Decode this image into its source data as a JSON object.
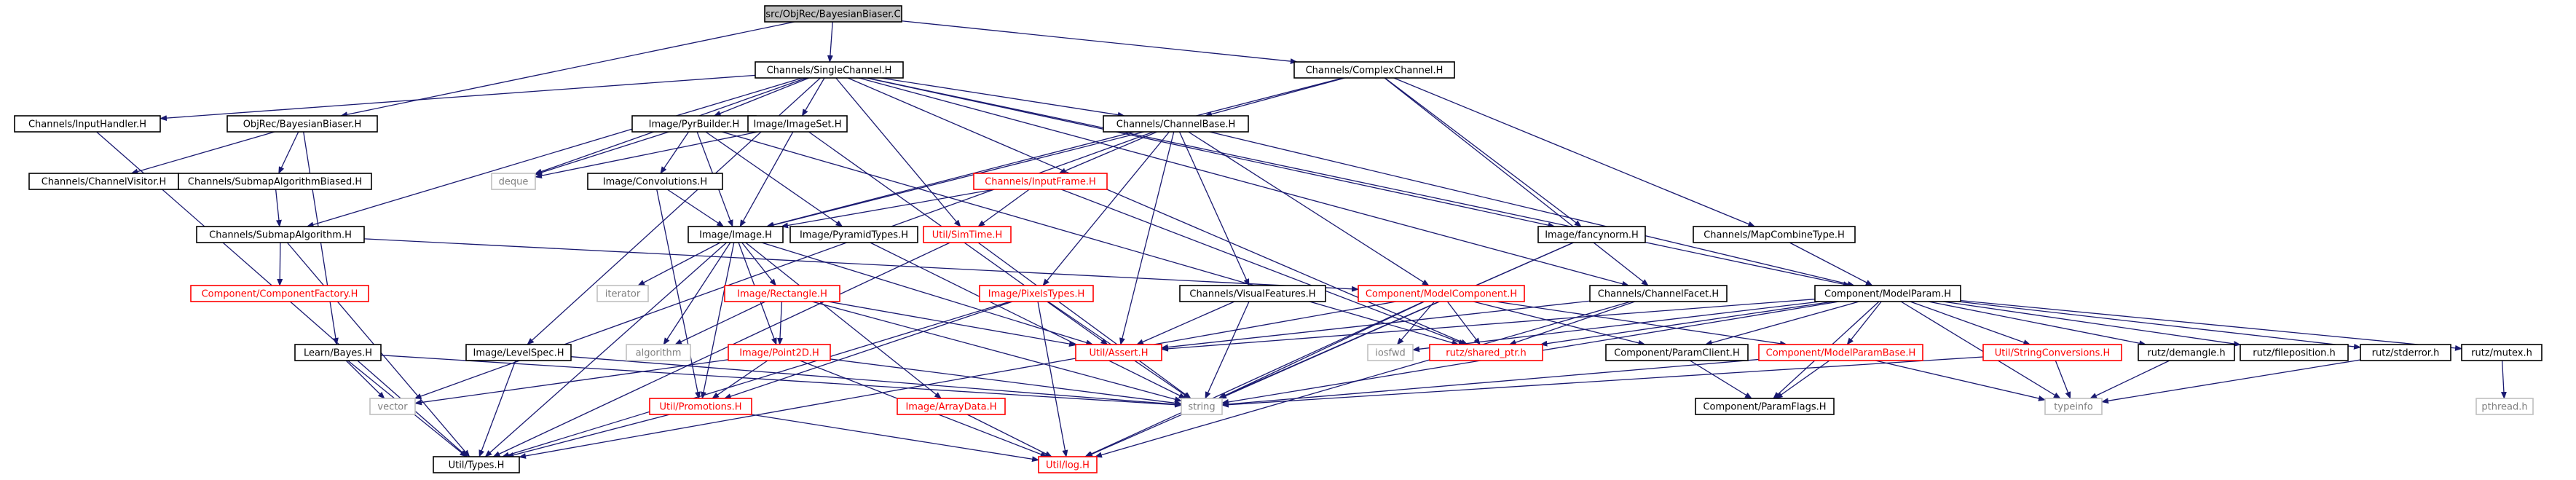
{
  "colors": {
    "root_fill": "#bfbfbf",
    "node_border": "#000000",
    "partial_border": "#ff0000",
    "system_border": "#bfbfbf",
    "text": "#000000",
    "partial_text": "#ff0000",
    "system_text": "#7f7f7f",
    "edge": "#191970"
  },
  "nodes": [
    {
      "id": "root",
      "label": "src/ObjRec/BayesianBiaser.C",
      "kind": "root"
    },
    {
      "id": "singlechannel",
      "label": "Channels/SingleChannel.H",
      "kind": "normal"
    },
    {
      "id": "complexchannel",
      "label": "Channels/ComplexChannel.H",
      "kind": "normal"
    },
    {
      "id": "objrecbb",
      "label": "ObjRec/BayesianBiaser.H",
      "kind": "normal"
    },
    {
      "id": "inputhandler",
      "label": "Channels/InputHandler.H",
      "kind": "normal"
    },
    {
      "id": "channelvisitor",
      "label": "Channels/ChannelVisitor.H",
      "kind": "normal"
    },
    {
      "id": "submapalgbiased",
      "label": "Channels/SubmapAlgorithmBiased.H",
      "kind": "normal"
    },
    {
      "id": "submapalg",
      "label": "Channels/SubmapAlgorithm.H",
      "kind": "normal"
    },
    {
      "id": "componentfactory",
      "label": "Component/ComponentFactory.H",
      "kind": "partial"
    },
    {
      "id": "pyrbuilder",
      "label": "Image/PyrBuilder.H",
      "kind": "normal"
    },
    {
      "id": "imageset",
      "label": "Image/ImageSet.H",
      "kind": "normal"
    },
    {
      "id": "channelbase",
      "label": "Channels/ChannelBase.H",
      "kind": "normal"
    },
    {
      "id": "deque",
      "label": "deque",
      "kind": "system"
    },
    {
      "id": "convolutions",
      "label": "Image/Convolutions.H",
      "kind": "normal"
    },
    {
      "id": "inputframe",
      "label": "Channels/InputFrame.H",
      "kind": "partial"
    },
    {
      "id": "image",
      "label": "Image/Image.H",
      "kind": "normal"
    },
    {
      "id": "pyramidtypes",
      "label": "Image/PyramidTypes.H",
      "kind": "normal"
    },
    {
      "id": "simtime",
      "label": "Util/SimTime.H",
      "kind": "partial"
    },
    {
      "id": "fancynorm",
      "label": "Image/fancynorm.H",
      "kind": "normal"
    },
    {
      "id": "mapcombinetype",
      "label": "Channels/MapCombineType.H",
      "kind": "normal"
    },
    {
      "id": "iterator",
      "label": "iterator",
      "kind": "system"
    },
    {
      "id": "rectangle",
      "label": "Image/Rectangle.H",
      "kind": "partial"
    },
    {
      "id": "pixelstypes",
      "label": "Image/PixelsTypes.H",
      "kind": "partial"
    },
    {
      "id": "visualfeatures",
      "label": "Channels/VisualFeatures.H",
      "kind": "normal"
    },
    {
      "id": "modelcomponent",
      "label": "Component/ModelComponent.H",
      "kind": "partial"
    },
    {
      "id": "channelfacet",
      "label": "Channels/ChannelFacet.H",
      "kind": "normal"
    },
    {
      "id": "modelparam",
      "label": "Component/ModelParam.H",
      "kind": "normal"
    },
    {
      "id": "learnbayes",
      "label": "Learn/Bayes.H",
      "kind": "normal"
    },
    {
      "id": "levelspec",
      "label": "Image/LevelSpec.H",
      "kind": "normal"
    },
    {
      "id": "algorithm",
      "label": "algorithm",
      "kind": "system"
    },
    {
      "id": "point2d",
      "label": "Image/Point2D.H",
      "kind": "partial"
    },
    {
      "id": "assert",
      "label": "Util/Assert.H",
      "kind": "partial"
    },
    {
      "id": "iosfwd",
      "label": "iosfwd",
      "kind": "system"
    },
    {
      "id": "sharedptr",
      "label": "rutz/shared_ptr.h",
      "kind": "partial"
    },
    {
      "id": "paramclient",
      "label": "Component/ParamClient.H",
      "kind": "normal"
    },
    {
      "id": "modelparambase",
      "label": "Component/ModelParamBase.H",
      "kind": "partial"
    },
    {
      "id": "stringconv",
      "label": "Util/StringConversions.H",
      "kind": "partial"
    },
    {
      "id": "demangle",
      "label": "rutz/demangle.h",
      "kind": "normal"
    },
    {
      "id": "fileposition",
      "label": "rutz/fileposition.h",
      "kind": "normal"
    },
    {
      "id": "stderror",
      "label": "rutz/stderror.h",
      "kind": "normal"
    },
    {
      "id": "mutex",
      "label": "rutz/mutex.h",
      "kind": "normal"
    },
    {
      "id": "vector",
      "label": "vector",
      "kind": "system"
    },
    {
      "id": "promotions",
      "label": "Util/Promotions.H",
      "kind": "partial"
    },
    {
      "id": "arraydata",
      "label": "Image/ArrayData.H",
      "kind": "partial"
    },
    {
      "id": "string",
      "label": "string",
      "kind": "system"
    },
    {
      "id": "paramflags",
      "label": "Component/ParamFlags.H",
      "kind": "normal"
    },
    {
      "id": "typeinfo",
      "label": "typeinfo",
      "kind": "system"
    },
    {
      "id": "pthread",
      "label": "pthread.h",
      "kind": "system"
    },
    {
      "id": "types",
      "label": "Util/Types.H",
      "kind": "normal"
    },
    {
      "id": "log",
      "label": "Util/log.H",
      "kind": "partial"
    }
  ],
  "edges": [
    [
      "root",
      "singlechannel"
    ],
    [
      "root",
      "complexchannel"
    ],
    [
      "root",
      "objrecbb"
    ],
    [
      "singlechannel",
      "inputhandler"
    ],
    [
      "singlechannel",
      "pyrbuilder"
    ],
    [
      "singlechannel",
      "imageset"
    ],
    [
      "singlechannel",
      "channelbase"
    ],
    [
      "singlechannel",
      "deque"
    ],
    [
      "singlechannel",
      "submapalg"
    ],
    [
      "singlechannel",
      "levelspec"
    ],
    [
      "singlechannel",
      "simtime"
    ],
    [
      "singlechannel",
      "fancynorm"
    ],
    [
      "singlechannel",
      "modelparam"
    ],
    [
      "singlechannel",
      "sharedptr"
    ],
    [
      "singlechannel",
      "channelfacet"
    ],
    [
      "complexchannel",
      "channelbase"
    ],
    [
      "complexchannel",
      "fancynorm"
    ],
    [
      "complexchannel",
      "mapcombinetype"
    ],
    [
      "complexchannel",
      "channelfacet"
    ],
    [
      "complexchannel",
      "image"
    ],
    [
      "objrecbb",
      "channelvisitor"
    ],
    [
      "objrecbb",
      "submapalgbiased"
    ],
    [
      "objrecbb",
      "learnbayes"
    ],
    [
      "inputhandler",
      "types"
    ],
    [
      "submapalgbiased",
      "submapalg"
    ],
    [
      "submapalg",
      "componentfactory"
    ],
    [
      "submapalg",
      "modelcomponent"
    ],
    [
      "submapalg",
      "types"
    ],
    [
      "pyrbuilder",
      "deque"
    ],
    [
      "pyrbuilder",
      "convolutions"
    ],
    [
      "pyrbuilder",
      "image"
    ],
    [
      "pyrbuilder",
      "pyramidtypes"
    ],
    [
      "pyrbuilder",
      "sharedptr"
    ],
    [
      "imageset",
      "deque"
    ],
    [
      "imageset",
      "image"
    ],
    [
      "imageset",
      "assert"
    ],
    [
      "channelbase",
      "inputframe"
    ],
    [
      "channelbase",
      "image"
    ],
    [
      "channelbase",
      "pixelstypes"
    ],
    [
      "channelbase",
      "visualfeatures"
    ],
    [
      "channelbase",
      "modelcomponent"
    ],
    [
      "channelbase",
      "modelparam"
    ],
    [
      "channelbase",
      "assert"
    ],
    [
      "channelbase",
      "vector"
    ],
    [
      "convolutions",
      "image"
    ],
    [
      "convolutions",
      "promotions"
    ],
    [
      "inputframe",
      "image"
    ],
    [
      "inputframe",
      "simtime"
    ],
    [
      "inputframe",
      "sharedptr"
    ],
    [
      "image",
      "iterator"
    ],
    [
      "image",
      "rectangle"
    ],
    [
      "image",
      "algorithm"
    ],
    [
      "image",
      "point2d"
    ],
    [
      "image",
      "arraydata"
    ],
    [
      "image",
      "assert"
    ],
    [
      "image",
      "promotions"
    ],
    [
      "image",
      "types"
    ],
    [
      "pyramidtypes",
      "string"
    ],
    [
      "simtime",
      "string"
    ],
    [
      "simtime",
      "types"
    ],
    [
      "fancynorm",
      "string"
    ],
    [
      "fancynorm",
      "log"
    ],
    [
      "mapcombinetype",
      "modelparam"
    ],
    [
      "rectangle",
      "point2d"
    ],
    [
      "rectangle",
      "algorithm"
    ],
    [
      "rectangle",
      "assert"
    ],
    [
      "rectangle",
      "string"
    ],
    [
      "pixelstypes",
      "promotions"
    ],
    [
      "pixelstypes",
      "string"
    ],
    [
      "pixelstypes",
      "log"
    ],
    [
      "pixelstypes",
      "types"
    ],
    [
      "visualfeatures",
      "string"
    ],
    [
      "visualfeatures",
      "assert"
    ],
    [
      "modelcomponent",
      "iosfwd"
    ],
    [
      "modelcomponent",
      "sharedptr"
    ],
    [
      "modelcomponent",
      "paramclient"
    ],
    [
      "modelcomponent",
      "modelparambase"
    ],
    [
      "modelcomponent",
      "string"
    ],
    [
      "modelcomponent",
      "log"
    ],
    [
      "modelcomponent",
      "types"
    ],
    [
      "channelfacet",
      "sharedptr"
    ],
    [
      "channelfacet",
      "assert"
    ],
    [
      "channelfacet",
      "log"
    ],
    [
      "modelparam",
      "assert"
    ],
    [
      "modelparam",
      "sharedptr"
    ],
    [
      "modelparam",
      "paramclient"
    ],
    [
      "modelparam",
      "modelparambase"
    ],
    [
      "modelparam",
      "stringconv"
    ],
    [
      "modelparam",
      "demangle"
    ],
    [
      "modelparam",
      "fileposition"
    ],
    [
      "modelparam",
      "stderror"
    ],
    [
      "modelparam",
      "mutex"
    ],
    [
      "modelparam",
      "string"
    ],
    [
      "modelparam",
      "iosfwd"
    ],
    [
      "modelparam",
      "paramflags"
    ],
    [
      "modelparam",
      "typeinfo"
    ],
    [
      "learnbayes",
      "vector"
    ],
    [
      "learnbayes",
      "string"
    ],
    [
      "learnbayes",
      "types"
    ],
    [
      "levelspec",
      "string"
    ],
    [
      "levelspec",
      "types"
    ],
    [
      "point2d",
      "promotions"
    ],
    [
      "point2d",
      "vector"
    ],
    [
      "point2d",
      "log"
    ],
    [
      "point2d",
      "string"
    ],
    [
      "paramclient",
      "paramflags"
    ],
    [
      "modelparambase",
      "paramflags"
    ],
    [
      "modelparambase",
      "string"
    ],
    [
      "modelparambase",
      "typeinfo"
    ],
    [
      "stringconv",
      "string"
    ],
    [
      "stringconv",
      "typeinfo"
    ],
    [
      "demangle",
      "typeinfo"
    ],
    [
      "stderror",
      "typeinfo"
    ],
    [
      "mutex",
      "pthread"
    ],
    [
      "promotions",
      "types"
    ],
    [
      "promotions",
      "log"
    ],
    [
      "arraydata",
      "log"
    ]
  ]
}
